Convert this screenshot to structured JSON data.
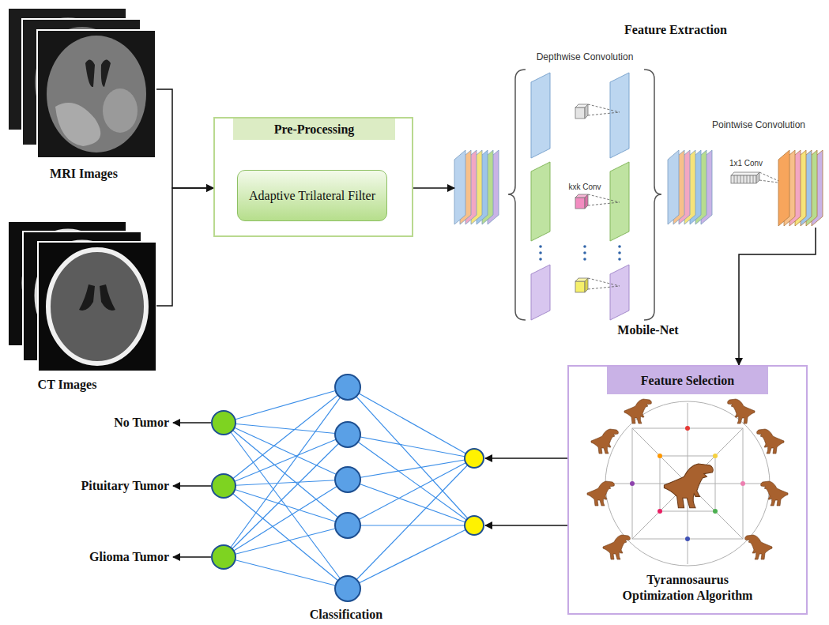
{
  "diagram": {
    "nodes": [
      {
        "text": [
          "MRI Images"
        ]
      },
      {
        "text": [
          "CT Images"
        ]
      },
      {
        "text": [
          "Pre-Processing"
        ]
      },
      {
        "text": [
          "Adaptive Trilateral Filter"
        ],
        "in": 2
      },
      {
        "text": [
          "Feature Extraction"
        ]
      },
      {
        "text": [
          "Feature Selection",
          "Tyrannosaurus Optimization Algorithm"
        ]
      },
      {
        "text": [
          "Classification"
        ]
      }
    ],
    "edges": [
      {
        "from": 0,
        "to": 2,
        "arrow": "to"
      },
      {
        "from": 1,
        "to": 2,
        "arrow": "to"
      },
      {
        "from": 2,
        "to": 4,
        "arrow": "to"
      },
      {
        "from": 4,
        "to": 5,
        "arrow": "to"
      },
      {
        "from": 5,
        "to": 6,
        "arrow": "to"
      },
      {
        "from": 5,
        "to": 6,
        "arrow": "to"
      }
    ],
    "labels": [
      "Depthwise Convolution",
      "kxk Conv",
      "Pointwise Convolution",
      "1x1 Conv",
      "Mobile-Net",
      "No Tumor",
      "Pituitary Tumor",
      "Glioma Tumor"
    ]
  }
}
